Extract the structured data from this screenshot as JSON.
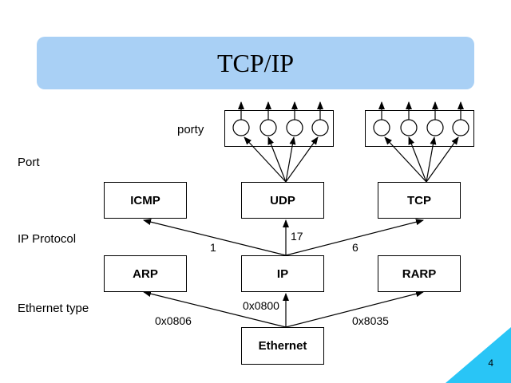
{
  "title": "TCP/IP",
  "labels": {
    "porty": "porty",
    "port": "Port",
    "ip_protocol": "IP Protocol",
    "ethernet_type": "Ethernet type"
  },
  "boxes": {
    "icmp": "ICMP",
    "udp": "UDP",
    "tcp": "TCP",
    "arp": "ARP",
    "ip": "IP",
    "rarp": "RARP",
    "ethernet": "Ethernet"
  },
  "edge_labels": {
    "ip_to_icmp": "1",
    "ip_to_udp": "17",
    "ip_to_tcp": "6",
    "eth_to_arp": "0x0806",
    "eth_to_ip": "0x0800",
    "eth_to_rarp": "0x8035"
  },
  "page_number": "4",
  "colors": {
    "banner": "#a9d0f5",
    "corner": "#29c5f6"
  }
}
